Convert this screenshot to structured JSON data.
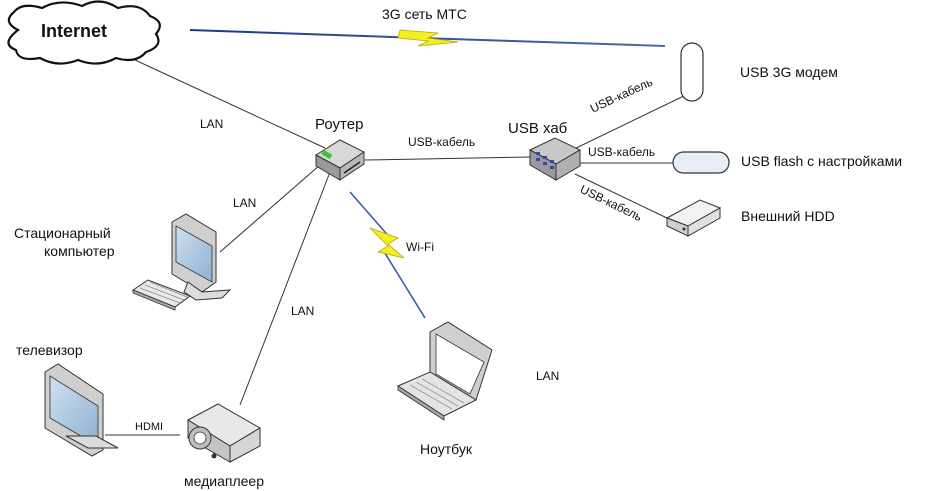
{
  "links": {
    "mts": "3G сеть МТС",
    "lan_internet": "LAN",
    "lan_pc": "LAN",
    "lan_media": "LAN",
    "lan_note": "LAN",
    "usb_router_hub": "USB-кабель",
    "usb_hub_modem": "USB-кабель",
    "usb_hub_flash": "USB-кабель",
    "usb_hub_hdd": "USB-кабель",
    "wifi": "Wi-Fi",
    "hdmi": "HDMI"
  },
  "nodes": {
    "internet": "Internet",
    "router": "Роутер",
    "hub": "USB хаб",
    "modem": "USB 3G модем",
    "flash": "USB flash с настройками",
    "hdd": "Внешний HDD",
    "pc_line1": "Стационарный",
    "pc_line2": "компьютер",
    "tv": "телевизор",
    "mediaplayer": "медиаплеер",
    "laptop": "Ноутбук"
  }
}
